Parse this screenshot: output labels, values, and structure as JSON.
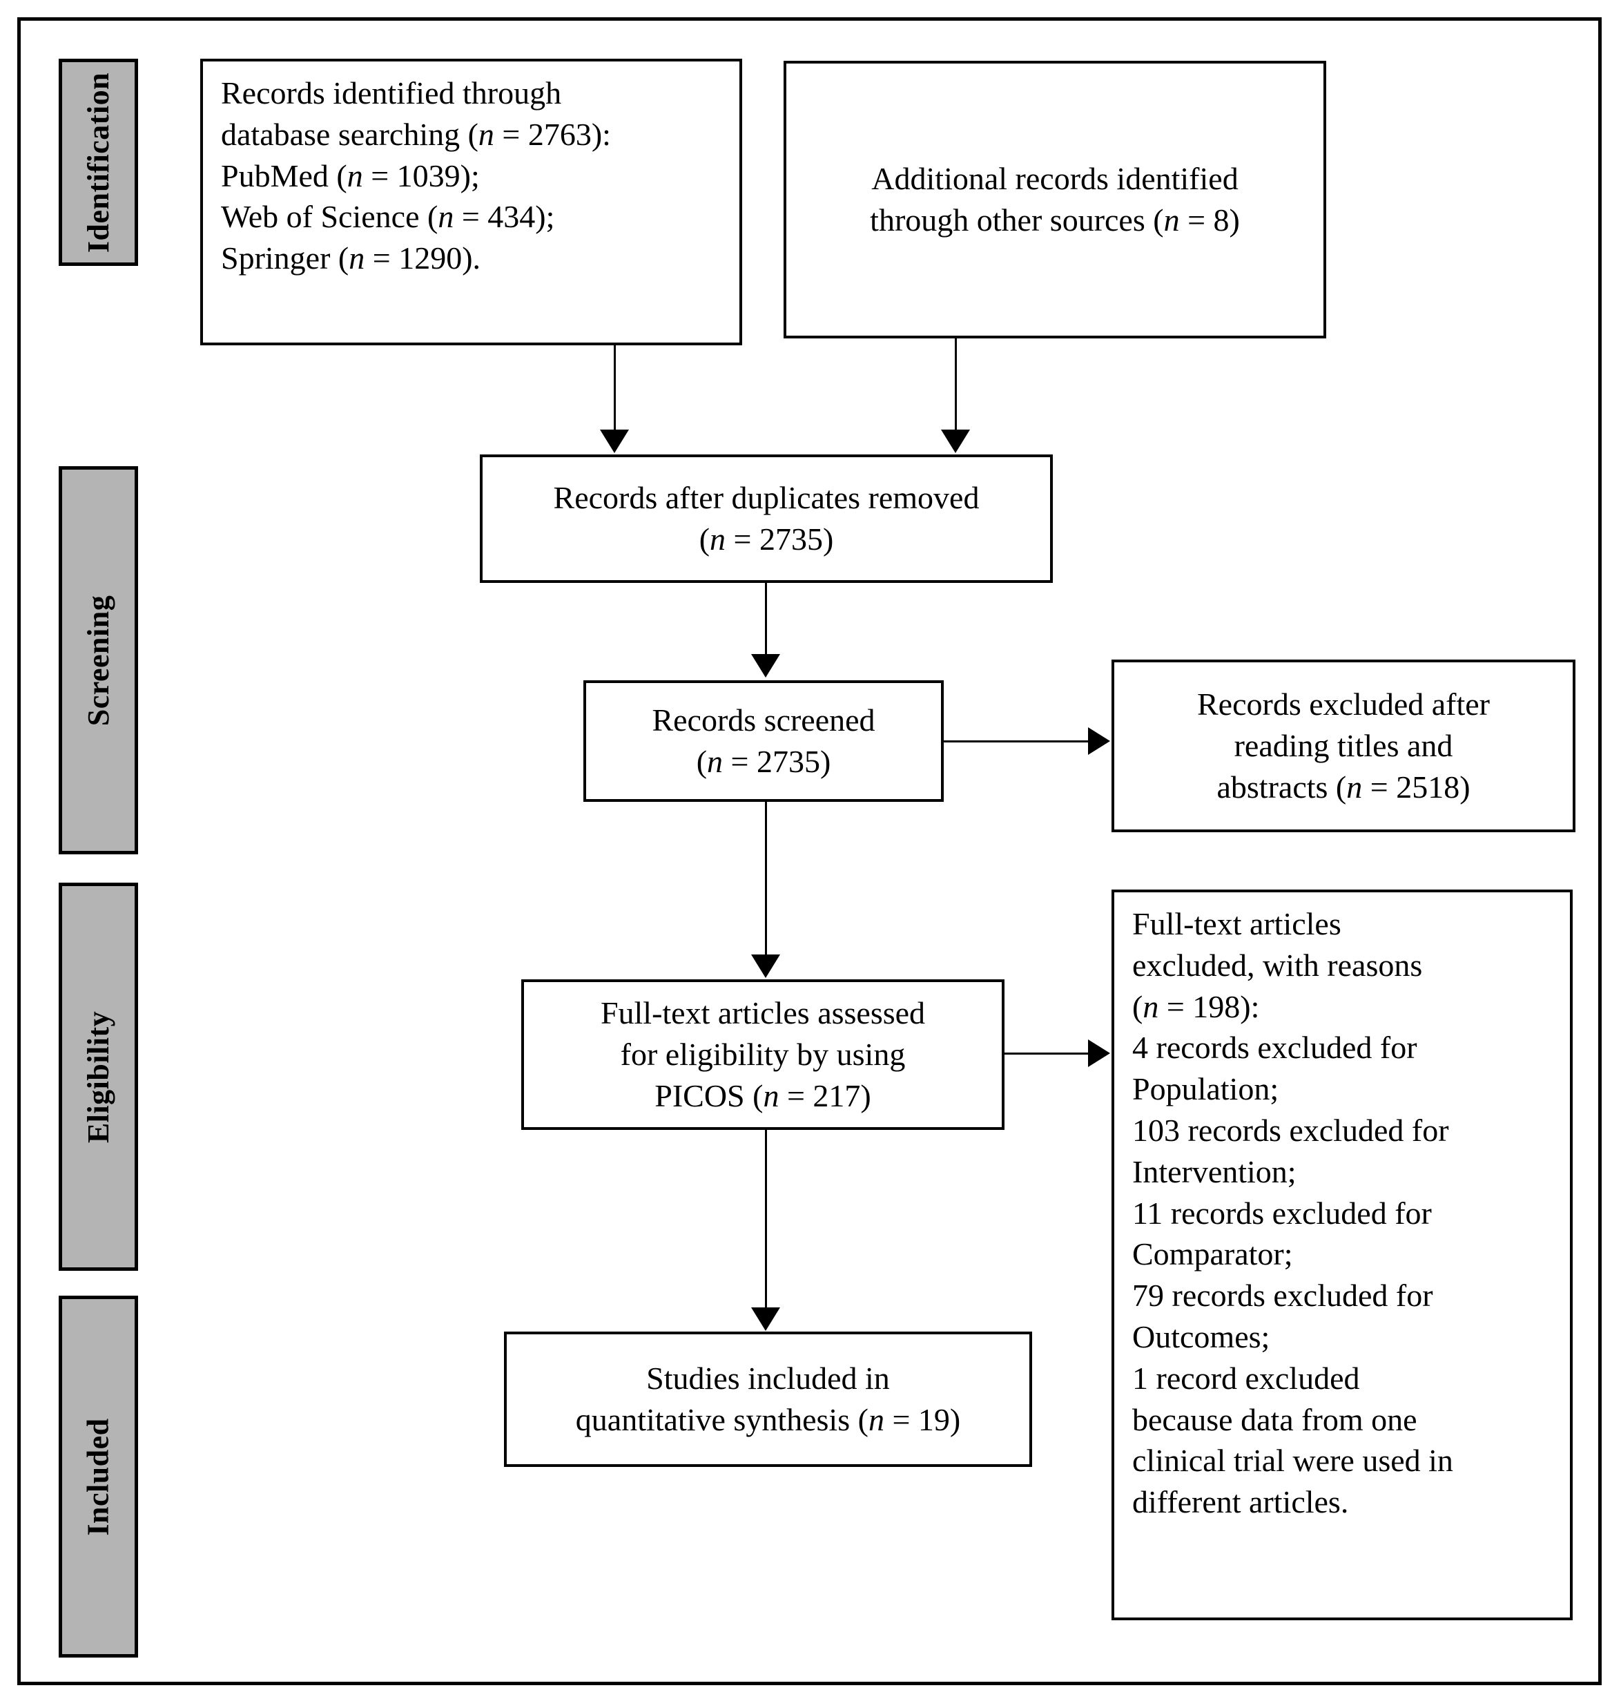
{
  "diagram": {
    "type": "prisma-flow-diagram",
    "stages": [
      {
        "id": "identification",
        "label": "Identification"
      },
      {
        "id": "screening",
        "label": "Screening"
      },
      {
        "id": "eligibility",
        "label": "Eligibility"
      },
      {
        "id": "included",
        "label": "Included"
      }
    ],
    "colors": {
      "stage_band_fill": "#b4b4b4",
      "border": "#000000",
      "box_fill": "#ffffff",
      "text": "#000000"
    },
    "boxes": {
      "records_identified": {
        "text": "Records identified through\ndatabase searching (n = 2763):\nPubMed (n = 1039);\nWeb of Science (n = 434);\nSpringer (n = 1290).",
        "counts": {
          "total_database_searching": 2763,
          "PubMed": 1039,
          "Web of Science": 434,
          "Springer": 1290
        }
      },
      "additional_records": {
        "text": "Additional records identified\nthrough other sources (n = 8)",
        "counts": {
          "other_sources": 8
        }
      },
      "after_duplicates": {
        "text": "Records after duplicates removed\n(n = 2735)",
        "counts": {
          "after_duplicates_removed": 2735
        }
      },
      "records_screened": {
        "text": "Records screened\n(n = 2735)",
        "counts": {
          "screened": 2735
        }
      },
      "records_excluded": {
        "text": "Records excluded after\nreading titles and\nabstracts (n = 2518)",
        "counts": {
          "excluded_titles_abstracts": 2518
        }
      },
      "fulltext_assessed": {
        "text": "Full-text articles assessed\nfor eligibility by using\nPICOS (n = 217)",
        "counts": {
          "assessed_for_eligibility": 217
        }
      },
      "fulltext_excluded": {
        "text": "Full-text articles\nexcluded, with reasons\n(n = 198):\n4 records excluded for\nPopulation;\n103 records excluded for\nIntervention;\n11 records excluded for\nComparator;\n79 records excluded for\nOutcomes;\n1 record excluded\nbecause data from one\nclinical trial were used in\ndifferent articles.",
        "counts": {
          "total_excluded": 198,
          "Population": 4,
          "Intervention": 103,
          "Comparator": 11,
          "Outcomes": 79,
          "duplicate_trial_data": 1
        }
      },
      "studies_included": {
        "text": "Studies included in\nquantitative synthesis (n = 19)",
        "counts": {
          "included_quantitative_synthesis": 19
        }
      }
    }
  }
}
